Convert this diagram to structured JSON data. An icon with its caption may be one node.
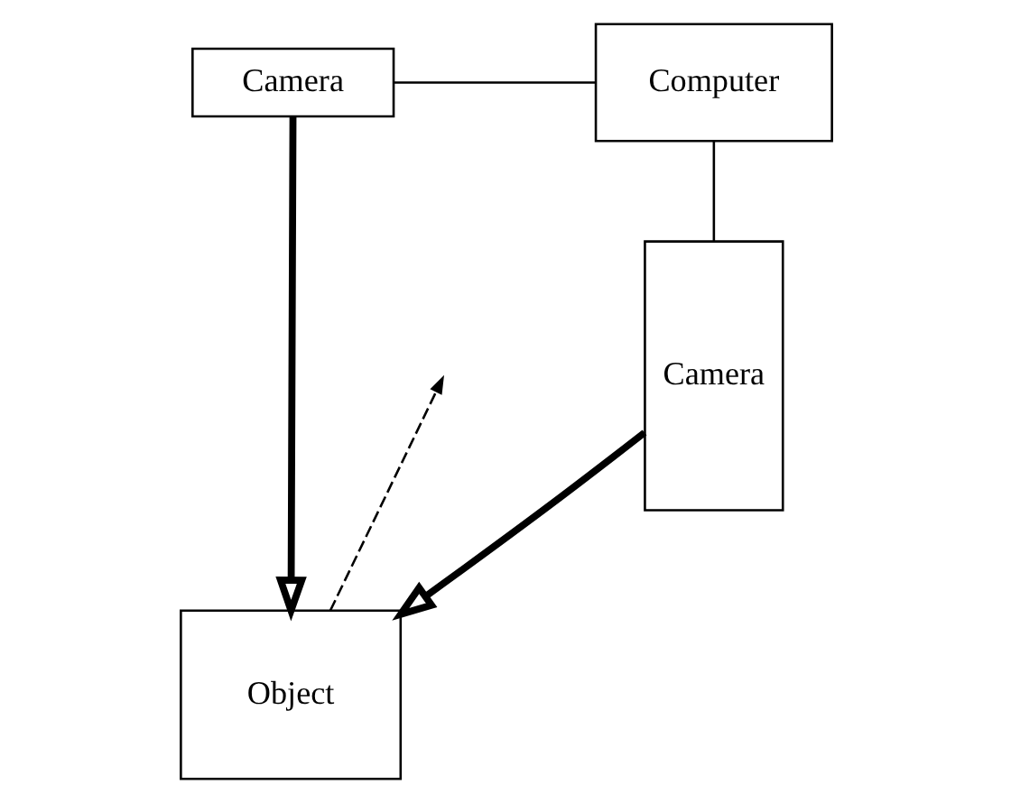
{
  "diagram": {
    "nodes": [
      {
        "text": [
          "Camera"
        ]
      },
      {
        "text": [
          "Computer"
        ]
      },
      {
        "text": [
          "Camera"
        ]
      },
      {
        "text": [
          "Object"
        ]
      }
    ],
    "edges": [
      {
        "from": 0,
        "to": 1,
        "arrow": "none"
      },
      {
        "from": 1,
        "to": 2,
        "arrow": "none"
      },
      {
        "from": 0,
        "to": 3,
        "arrow": "to",
        "style": "thick"
      },
      {
        "from": 2,
        "to": 3,
        "arrow": "to",
        "style": "thick"
      },
      {
        "from": 3,
        "to": null,
        "arrow": "to",
        "style": "dashed"
      }
    ]
  }
}
